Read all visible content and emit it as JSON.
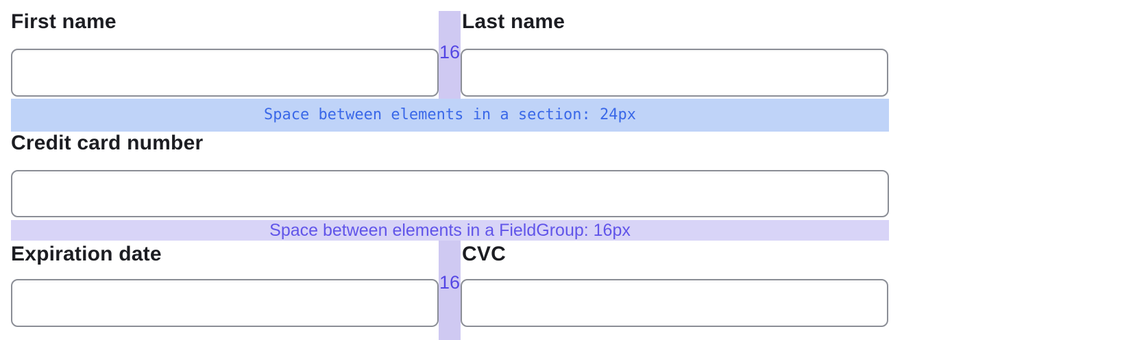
{
  "form": {
    "fields": {
      "first_name": {
        "label": "First name"
      },
      "last_name": {
        "label": "Last name"
      },
      "card_number": {
        "label": "Credit card number"
      },
      "expiration": {
        "label": "Expiration date"
      },
      "cvc": {
        "label": "CVC"
      }
    }
  },
  "annotations": {
    "section_spacing": {
      "text": "Space between elements in a section: 24px",
      "band_color": "#bfd3f8",
      "text_color": "#3a68e8"
    },
    "fieldgroup_spacing": {
      "text": "Space between elements in a FieldGroup: 16px",
      "band_color": "#d8d4f7",
      "text_color": "#6155e9"
    },
    "column_gap": {
      "value_top": "16",
      "value_bottom": "16",
      "band_color": "#cfc9f2",
      "text_color": "#5446e4"
    }
  },
  "colors": {
    "background": "#ffffff",
    "label_text": "#1c1d22",
    "input_border": "#8b8e96"
  }
}
